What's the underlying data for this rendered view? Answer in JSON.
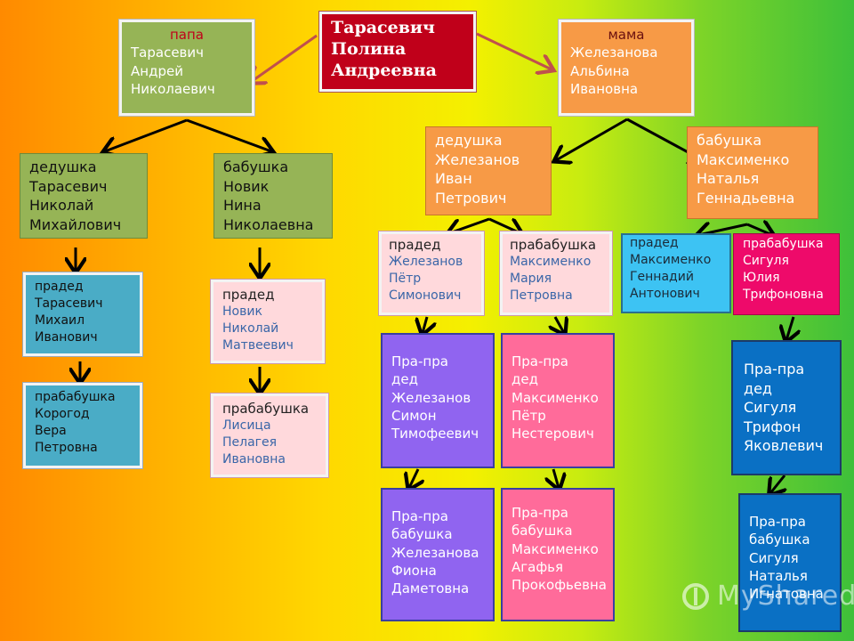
{
  "root": [
    "Тарасевич",
    "Полина",
    "Андреевна"
  ],
  "papa": {
    "role": "папа",
    "name": [
      "Тарасевич",
      "Андрей",
      "Николаевич"
    ]
  },
  "mama": {
    "role": "мама",
    "name": [
      "Железанова",
      "Альбина",
      "Ивановна"
    ]
  },
  "gf_p": {
    "role": "дедушка",
    "name": [
      "Тарасевич",
      "Николай",
      "Михайлович"
    ]
  },
  "gm_p": {
    "role": "бабушка",
    "name": [
      "Новик",
      "Нина",
      "Николаевна"
    ]
  },
  "gf_m": {
    "role": "дедушка",
    "name": [
      "Железанов",
      "Иван",
      "Петрович"
    ]
  },
  "gm_m": {
    "role": "бабушка",
    "name": [
      "Максименко",
      "Наталья",
      "Геннадьевна"
    ]
  },
  "ggf_t": {
    "role": "прадед",
    "name": [
      "Тарасевич",
      "Михаил",
      "Иванович"
    ]
  },
  "ggm_k": {
    "role": "прабабушка",
    "name": [
      "Корогод",
      "Вера",
      "Петровна"
    ]
  },
  "ggf_n": {
    "role": "прадед",
    "name": [
      "Новик",
      "Николай",
      "Матвеевич"
    ]
  },
  "ggm_l": {
    "role": "прабабушка",
    "name": [
      "Лисица",
      "Пелагея",
      "Ивановна"
    ]
  },
  "ggf_z": {
    "role": "прадед",
    "name": [
      "Железанов",
      "Пётр",
      "Симонович"
    ]
  },
  "ggm_mm": {
    "role": "прабабушка",
    "name": [
      "Максименко",
      "Мария",
      "Петровна"
    ]
  },
  "ggf_mg": {
    "role": "прадед",
    "name": [
      "Максименко",
      "Геннадий",
      "Антонович"
    ]
  },
  "ggm_s": {
    "role": "прабабушка",
    "name": [
      "Сигуля",
      "Юлия",
      "Трифоновна"
    ]
  },
  "gggf_z": {
    "role": [
      "Пра-пра",
      "дед"
    ],
    "name": [
      "Железанов",
      "Симон",
      "Тимофеевич"
    ]
  },
  "gggm_z": {
    "role": [
      "Пра-пра",
      "бабушка"
    ],
    "name": [
      "Железанова",
      "Фиона",
      "Даметовна"
    ]
  },
  "gggf_m": {
    "role": [
      "Пра-пра",
      "дед"
    ],
    "name": [
      "Максименко",
      "Пётр",
      "Нестерович"
    ]
  },
  "gggm_m": {
    "role": [
      "Пра-пра",
      "бабушка"
    ],
    "name": [
      "Максименко",
      "Агафья",
      "Прокофьевна"
    ]
  },
  "gggf_s": {
    "role": [
      "Пра-пра",
      "дед"
    ],
    "name": [
      "Сигуля",
      "Трифон",
      "Яковлевич"
    ]
  },
  "gggm_s": {
    "role": [
      "Пра-пра",
      "бабушка"
    ],
    "name": [
      "Сигуля",
      "Наталья",
      "Игнатовна"
    ]
  },
  "watermark": "MyShared",
  "colors": {
    "arrow_black": "#000000",
    "arrow_red": "#c0504d"
  }
}
